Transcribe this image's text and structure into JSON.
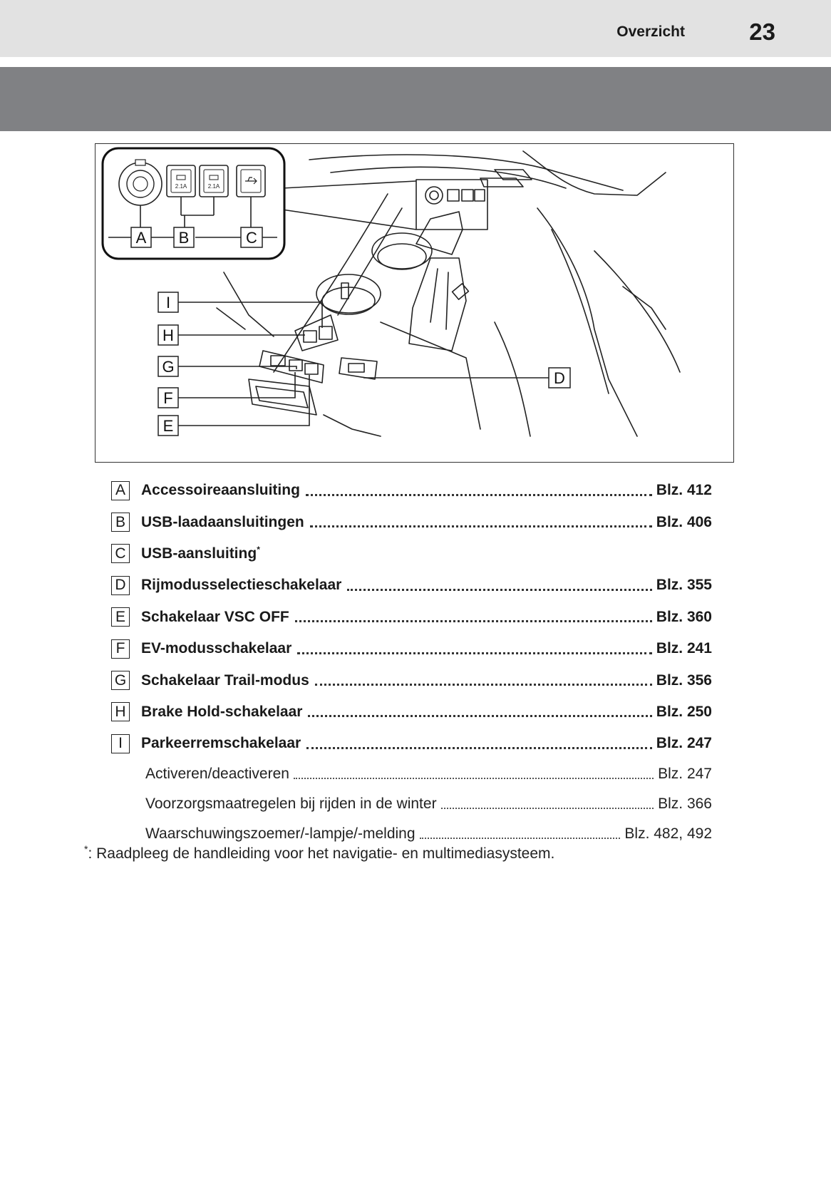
{
  "header": {
    "section": "Overzicht",
    "page_number": "23"
  },
  "figure": {
    "callouts": [
      "A",
      "B",
      "C",
      "D",
      "E",
      "F",
      "G",
      "H",
      "I"
    ],
    "usb_rating_1": "2.1A",
    "usb_rating_2": "2.1A"
  },
  "items": [
    {
      "letter": "A",
      "label": "Accessoireaansluiting",
      "page": "Blz. 412"
    },
    {
      "letter": "B",
      "label": "USB-laadaansluitingen",
      "page": "Blz. 406"
    },
    {
      "letter": "C",
      "label": "USB-aansluiting",
      "marker": "*",
      "page": ""
    },
    {
      "letter": "D",
      "label": "Rijmodusselectieschakelaar",
      "page": "Blz. 355"
    },
    {
      "letter": "E",
      "label": "Schakelaar VSC OFF",
      "page": "Blz. 360"
    },
    {
      "letter": "F",
      "label": "EV-modusschakelaar",
      "page": "Blz. 241"
    },
    {
      "letter": "G",
      "label": "Schakelaar Trail-modus",
      "page": "Blz. 356"
    },
    {
      "letter": "H",
      "label": "Brake Hold-schakelaar",
      "page": "Blz. 250"
    },
    {
      "letter": "I",
      "label": "Parkeerremschakelaar",
      "page": "Blz. 247"
    }
  ],
  "sub_items": [
    {
      "label": "Activeren/deactiveren",
      "page": "Blz. 247"
    },
    {
      "label": "Voorzorgsmaatregelen bij rijden in de winter",
      "page": "Blz. 366"
    },
    {
      "label": "Waarschuwingszoemer/-lampje/-melding",
      "page": "Blz. 482, 492"
    }
  ],
  "footnote": {
    "mark": "*",
    "text": ":  Raadpleeg de handleiding voor het navigatie- en multimediasysteem."
  }
}
